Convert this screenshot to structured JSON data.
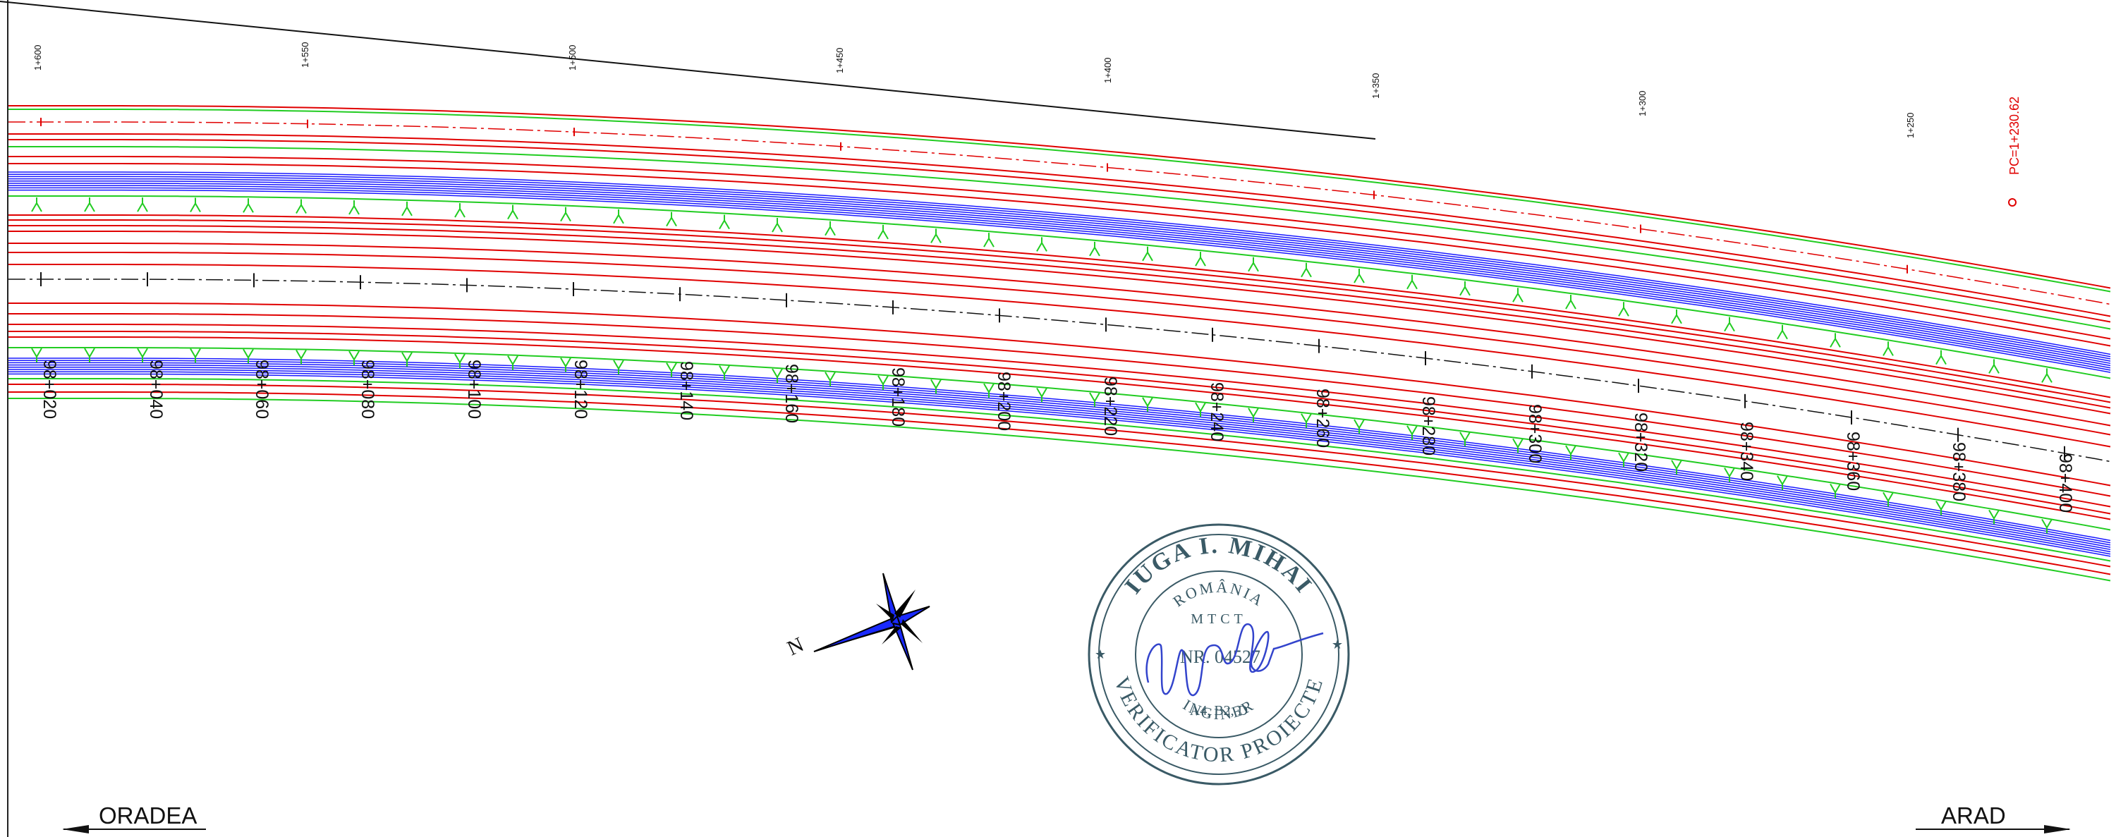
{
  "stations_top": [
    "1+600",
    "1+550",
    "1+500",
    "1+450",
    "1+400",
    "1+350",
    "1+300",
    "1+250"
  ],
  "pc_label": "PC=1+230.62",
  "stations_bottom": [
    "98+020",
    "98+040",
    "98+060",
    "98+080",
    "98+100",
    "98+120",
    "98+140",
    "98+160",
    "98+180",
    "98+200",
    "98+220",
    "98+240",
    "98+260",
    "98+280",
    "98+300",
    "98+320",
    "98+340",
    "98+360",
    "98+380",
    "98+400"
  ],
  "directions": {
    "left": "ORADEA",
    "right": "ARAD"
  },
  "compass": {
    "label": "N"
  },
  "stamp": {
    "name": "IUGA I. MIHAI",
    "country": "ROMÂNIA",
    "ministry": "MTCT",
    "number": "NR. 04527",
    "categories": "A4, B2, D",
    "title": "INGINER",
    "role": "VERIFICATOR PROIECTE",
    "color": "#3a5a66"
  },
  "colors": {
    "road_edge": "#e00000",
    "slope": "#22cc22",
    "ditch": "#1a1aff",
    "axis": "#111111",
    "signature": "#3344cc"
  }
}
